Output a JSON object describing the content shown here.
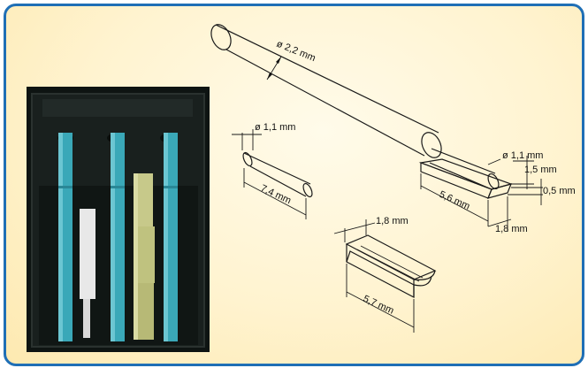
{
  "dimensions": {
    "rod_diameter": "ø 2,2 mm",
    "pin_diameter": "ø 1,1 mm",
    "pin_length": "7,4 mm",
    "end_pin_diameter": "ø 1,1 mm",
    "end_height": "1,5 mm",
    "end_thickness": "0,5 mm",
    "end_length": "5,6 mm",
    "end_width": "1,8 mm",
    "clip_width": "1,8 mm",
    "clip_length": "5,7 mm"
  },
  "colors": {
    "frame_border": "#1f6fb6",
    "background": "#fff3cf",
    "photo_bg": "#0e1412",
    "teal_part": "#3aa8b8",
    "white_part": "#e8e8e8",
    "olive_part": "#c7c98a"
  }
}
